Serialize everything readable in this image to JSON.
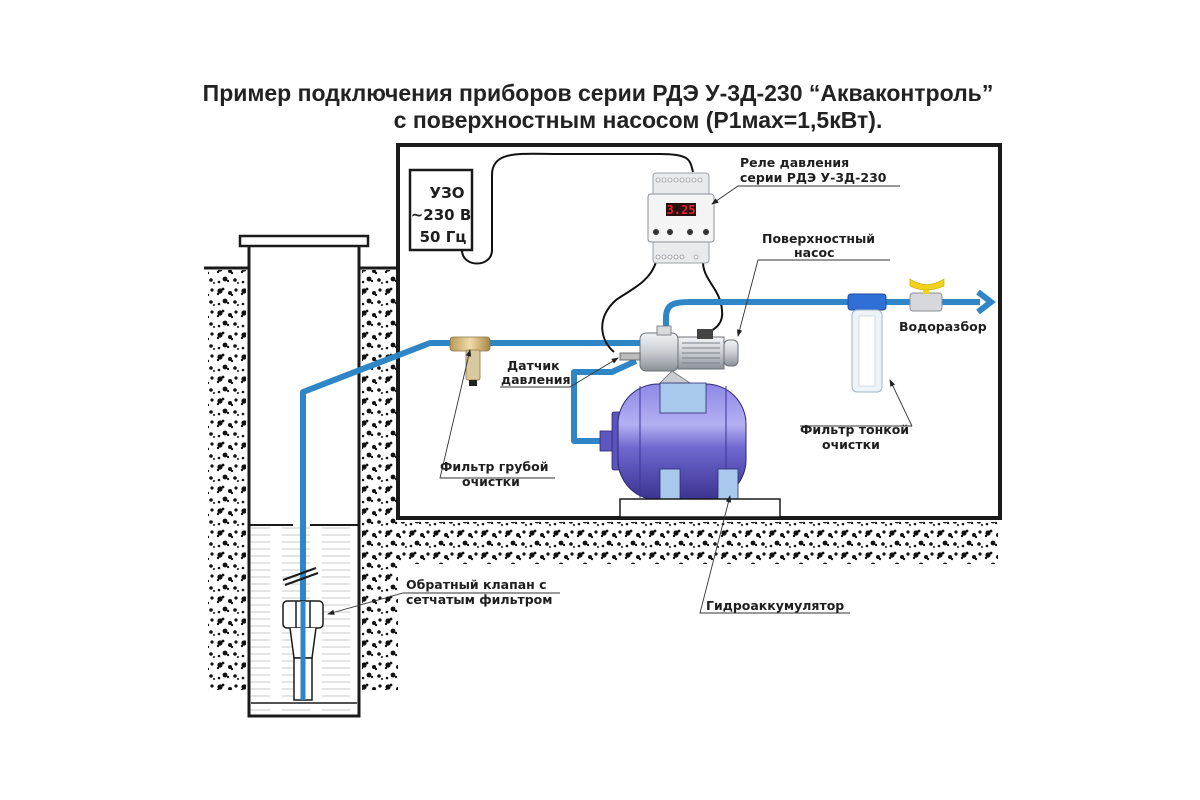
{
  "title": {
    "line1": "Пример подключения приборов серии РДЭ У-3Д-230  “Акваконтроль”",
    "line2": "с поверхностным насосом (Р1мах=1,5кВт)."
  },
  "uzo": {
    "line1": "УЗО",
    "line2": "~230 В",
    "line3": "50 Гц"
  },
  "relay": {
    "display_value": "3.25",
    "label_line1": "Реле давления",
    "label_line2": "серии РДЭ У-3Д-230"
  },
  "labels": {
    "pump_line1": "Поверхностный",
    "pump_line2": "насос",
    "sensor_line1": "Датчик",
    "sensor_line2": "давления",
    "coarse_filter_line1": "Фильтр грубой",
    "coarse_filter_line2": "очистки",
    "fine_filter_line1": "Фильтр тонкой",
    "fine_filter_line2": "очистки",
    "tap": "Водоразбор",
    "check_valve_line1": "Обратный клапан с",
    "check_valve_line2": "сетчатым фильтром",
    "accumulator": "Гидроаккумулятор"
  },
  "colors": {
    "pipe": "#2f86c7",
    "tank": "#6a63c9",
    "tap_handle": "#f2d21c",
    "filter_cap": "#2f6fd6",
    "relay_display": "#c8141e"
  }
}
